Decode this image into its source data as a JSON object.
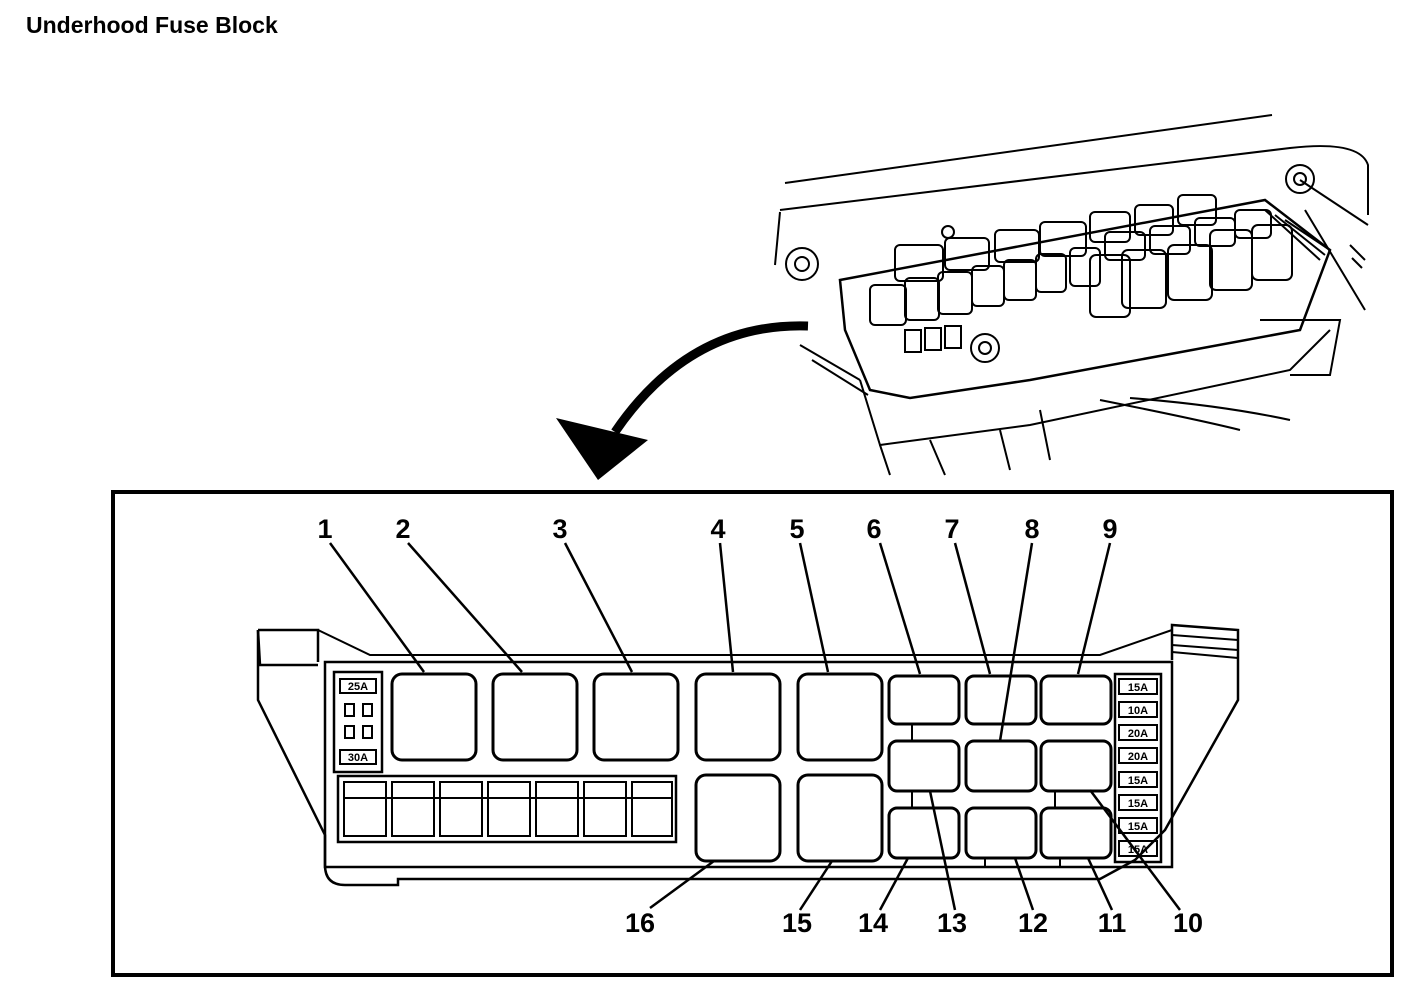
{
  "title": "Underhood Fuse Block",
  "callouts": [
    "1",
    "2",
    "3",
    "4",
    "5",
    "6",
    "7",
    "8",
    "9",
    "10",
    "11",
    "12",
    "13",
    "14",
    "15",
    "16"
  ],
  "left_fuses": [
    "25A",
    "30A"
  ],
  "right_fuses": [
    "15A",
    "10A",
    "20A",
    "20A",
    "15A",
    "15A",
    "15A",
    "15A"
  ]
}
